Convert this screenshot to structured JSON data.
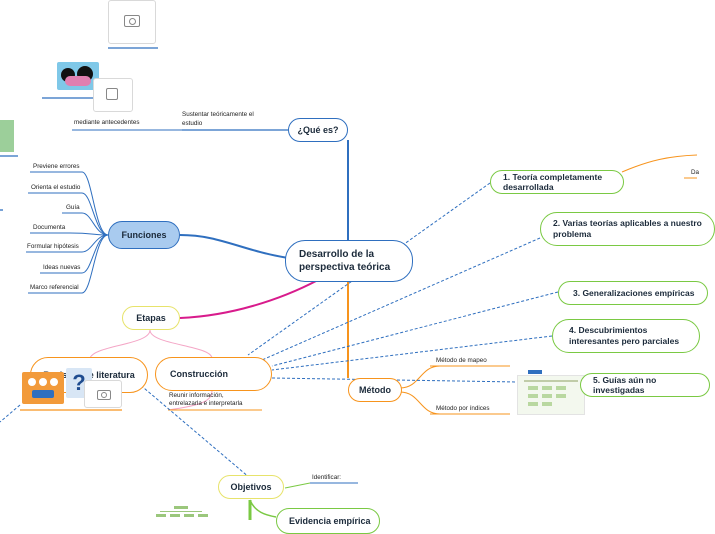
{
  "central": {
    "line1": "Desarrollo de la",
    "line2": "perspectiva teórica"
  },
  "que_es": {
    "label": "¿Qué es?",
    "sustentar_line1": "Sustentar teóricamente el",
    "sustentar_line2": "estudio",
    "antecedentes": "mediante antecedentes"
  },
  "funciones": {
    "label": "Funciones",
    "items": [
      "Previene errores",
      "Orienta el estudio",
      "Guía",
      "Documenta",
      "Formular hipótesis",
      "Ideas nuevas",
      "Marco referencial"
    ]
  },
  "etapas": {
    "label": "Etapas"
  },
  "revision": {
    "label": "Revisión de literatura"
  },
  "construccion": {
    "label": "Construcción"
  },
  "reunir": {
    "line1": "Reunir información,",
    "line2": "entrelazarla e interpretarla"
  },
  "objetivos": {
    "label": "Objetivos",
    "identificar": "Identificar:"
  },
  "evidencia": {
    "label": "Evidencia empírica"
  },
  "metodo": {
    "label": "Método",
    "mapeo": "Método de mapeo",
    "indices": "Método por índices"
  },
  "cases": [
    {
      "line1": "1. Teoría completamente desarrollada",
      "line2": ""
    },
    {
      "line1": "2. Varias teorías aplicables a nuestro",
      "line2": "problema"
    },
    {
      "line1": "3. Generalizaciones empíricas",
      "line2": ""
    },
    {
      "line1": "4. Descubrimientos",
      "line2": "interesantes pero parciales"
    },
    {
      "line1": "5. Guías aún no investigadas",
      "line2": ""
    }
  ],
  "case1_branch": "Da",
  "colors": {
    "blue": "#2f6fbf",
    "green": "#7ac943",
    "orange": "#f7941d",
    "yellow": "#e7e36b",
    "magenta": "#d81b8c",
    "funciones_fill": "#a9cbef"
  },
  "icons": [
    "camera-icon",
    "image-placeholder-icon"
  ]
}
